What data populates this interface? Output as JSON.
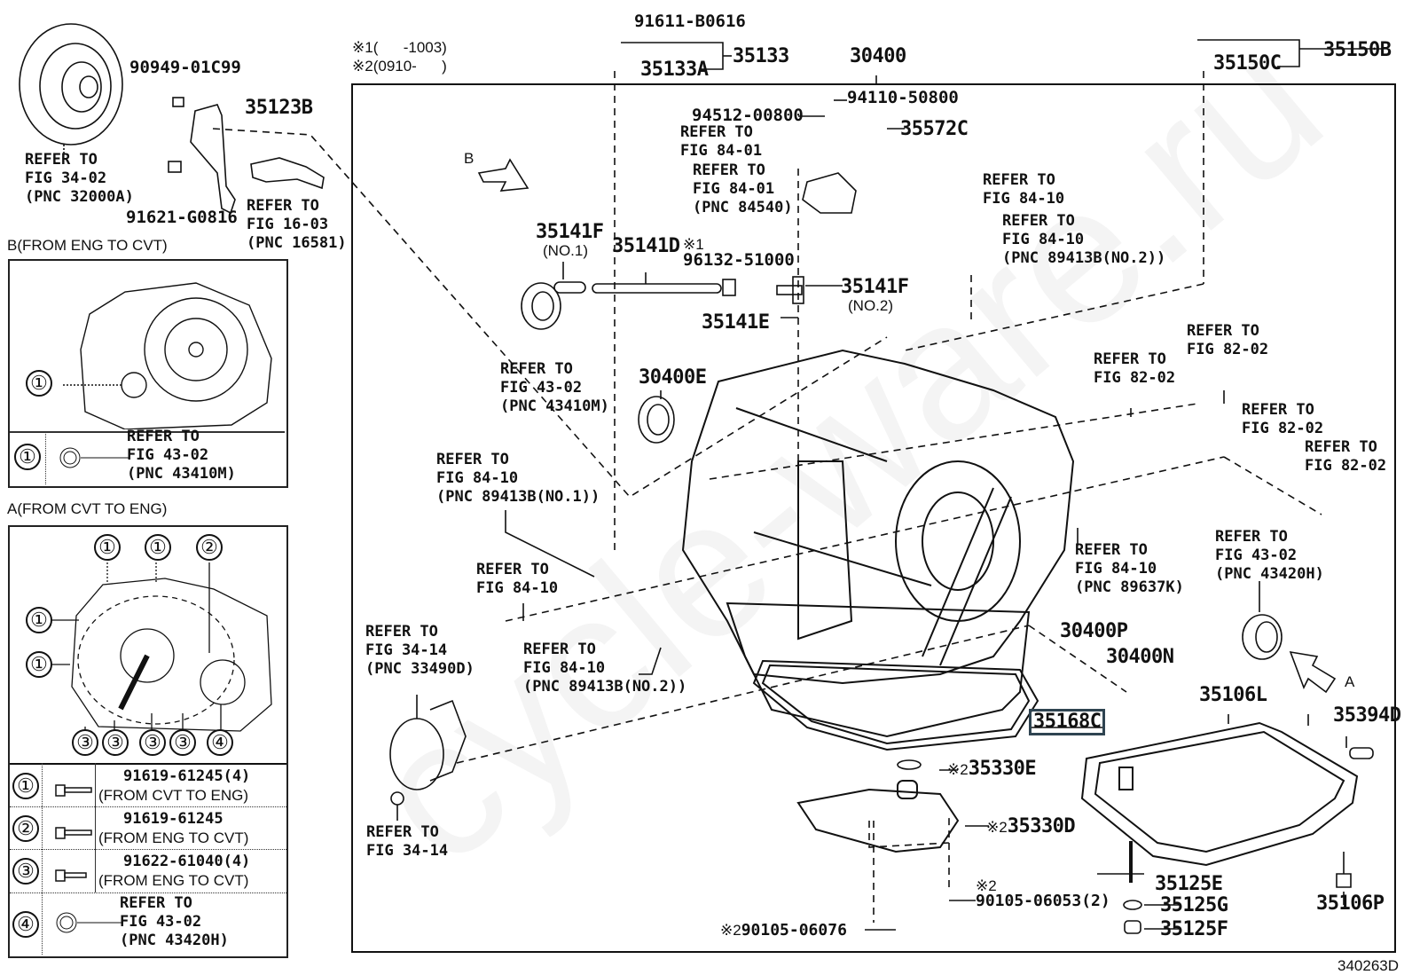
{
  "figure_id": "340263D",
  "watermark": "cycle-ware.ru",
  "legend_notes": [
    {
      "mark": "※1",
      "range": "(      -1003)"
    },
    {
      "mark": "※2",
      "range": "(0910-      )"
    }
  ],
  "highlighted_part": "35168C",
  "colors": {
    "highlight_box": "#2f4451",
    "line": "#111111"
  },
  "top_left": {
    "torque_converter_ref": [
      "REFER TO",
      "FIG 34-02",
      "(PNC 32000A)"
    ],
    "parts": {
      "p90949": "90949-01C99",
      "p35123B": "35123B",
      "p91621": "91621-G0816"
    },
    "bracket_ref": [
      "REFER TO",
      "FIG 16-03",
      "(PNC 16581)"
    ]
  },
  "inset_b": {
    "title": "B(FROM ENG TO CVT)",
    "callout": "①",
    "table": [
      {
        "key": "①",
        "text": [
          "REFER TO",
          "FIG 43-02",
          "(PNC 43410M)"
        ]
      }
    ]
  },
  "inset_a": {
    "title": "A(FROM CVT TO ENG)",
    "callouts_top": [
      "①",
      "①",
      "②"
    ],
    "callouts_left": [
      "①",
      "①"
    ],
    "callouts_bottom": [
      "③",
      "③",
      "③",
      "③",
      "④"
    ],
    "table": [
      {
        "key": "①",
        "part": "91619-61245(4)",
        "desc": "(FROM CVT TO ENG)"
      },
      {
        "key": "②",
        "part": "91619-61245",
        "desc": "(FROM ENG TO CVT)"
      },
      {
        "key": "③",
        "part": "91622-61040(4)",
        "desc": "(FROM ENG TO CVT)"
      },
      {
        "key": "④",
        "text": [
          "REFER TO",
          "FIG 43-02",
          "(PNC 43420H)"
        ]
      }
    ]
  },
  "main": {
    "arrow_b": "B",
    "arrow_a": "A",
    "labels": {
      "p91611": "91611-B0616",
      "p35133": "35133",
      "p35133A": "35133A",
      "p30400": "30400",
      "p94110": "94110-50800",
      "p94512": "94512-00800",
      "p35572C": "35572C",
      "ref_84_01_a": [
        "REFER TO",
        "FIG 84-01"
      ],
      "ref_84_01_b": [
        "REFER TO",
        "FIG 84-01",
        "(PNC 84540)"
      ],
      "p35150B": "35150B",
      "p35150C": "35150C",
      "ref_84_10_a": [
        "REFER TO",
        "FIG 84-10"
      ],
      "ref_84_10_b": [
        "REFER TO",
        "FIG 84-10",
        "(PNC 89413B(NO.2))"
      ],
      "p35141F_1": "35141F",
      "p35141F_1_sub": "(NO.1)",
      "p35141D": "35141D",
      "p96132_mark": "※1",
      "p96132": "96132-51000",
      "p35141F_2": "35141F",
      "p35141F_2_sub": "(NO.2)",
      "p35141E": "35141E",
      "ref_43_02_m": [
        "REFER TO",
        "FIG 43-02",
        "(PNC 43410M)"
      ],
      "p30400E": "30400E",
      "ref_82_02_a": [
        "REFER TO",
        "FIG 82-02"
      ],
      "ref_82_02_b": [
        "REFER TO",
        "FIG 82-02"
      ],
      "ref_82_02_c": [
        "REFER TO",
        "FIG 82-02"
      ],
      "ref_82_02_d": [
        "REFER TO",
        "FIG 82-02"
      ],
      "ref_84_10_no1": [
        "REFER TO",
        "FIG 84-10",
        "(PNC 89413B(NO.1))"
      ],
      "ref_84_10_c": [
        "REFER TO",
        "FIG 84-10"
      ],
      "ref_84_10_no2": [
        "REFER TO",
        "FIG 84-10",
        "(PNC 89413B(NO.2))"
      ],
      "ref_84_10_89637K": [
        "REFER TO",
        "FIG 84-10",
        "(PNC 89637K)"
      ],
      "ref_43_02_h": [
        "REFER TO",
        "FIG 43-02",
        "(PNC 43420H)"
      ],
      "ref_34_14_a": [
        "REFER TO",
        "FIG 34-14",
        "(PNC 33490D)"
      ],
      "ref_34_14_b": [
        "REFER TO",
        "FIG 34-14"
      ],
      "p30400P": "30400P",
      "p30400N": "30400N",
      "p35168C": "35168C",
      "p35106L": "35106L",
      "p35394D": "35394D",
      "p35330E_mark": "※2",
      "p35330E": "35330E",
      "p35330D_mark": "※2",
      "p35330D": "35330D",
      "p90105_06053_mark": "※2",
      "p90105_06053": "90105-06053(2)",
      "p90105_06076_mark": "※2",
      "p90105_06076": "90105-06076",
      "p35125E": "35125E",
      "p35125G": "35125G",
      "p35125F": "35125F",
      "p35106P": "35106P"
    }
  }
}
